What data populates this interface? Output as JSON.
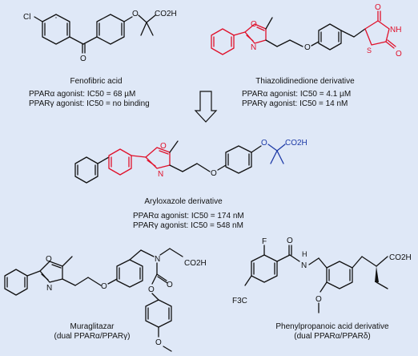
{
  "compounds": {
    "fenofibric": {
      "name": "Fenofibric acid",
      "line1": "PPARα agonist: IC50 = 68 µM",
      "line2": "PPARγ agonist: IC50 = no binding",
      "atoms": {
        "cl": "Cl",
        "o_ketone": "O",
        "o_ether": "O",
        "acid": "CO2H"
      }
    },
    "thiazolidinedione": {
      "name": "Thiazolidinedione derivative",
      "line1": "PPARα agonist: IC50 = 4.1 µM",
      "line2": "PPARγ agonist: IC50 = 14 nM",
      "atoms": {
        "o_ox": "O",
        "n_ox": "N",
        "o_ether": "O",
        "o_top": "O",
        "o_bottom": "O",
        "nh": "NH",
        "s": "S"
      }
    },
    "aryloxazole": {
      "name": "Aryloxazole derivative",
      "line1": "PPARα agonist: IC50 = 174 nM",
      "line2": "PPARγ agonist: IC50 = 548 nM",
      "atoms": {
        "o_ox": "O",
        "n_ox": "N",
        "o_ether": "O",
        "o_acid": "O",
        "acid": "CO2H"
      }
    },
    "muraglitazar": {
      "name": "Muraglitazar",
      "sub": "(dual PPARα/PPARγ)",
      "atoms": {
        "o_ox": "O",
        "n_ox": "N",
        "o_ether": "O",
        "n": "N",
        "acid": "CO2H",
        "o_carb": "O",
        "o_carb2": "O",
        "o_meo": "O"
      }
    },
    "phenylpropanoic": {
      "name": "Phenylpropanoic acid derivative",
      "sub": "(dual PPARα/PPARδ)",
      "atoms": {
        "f": "F",
        "cf3": "F3C",
        "o_amide": "O",
        "n_amide": "N",
        "h": "H",
        "o_meo": "O",
        "acid": "CO2H"
      }
    }
  },
  "colors": {
    "background": "#dfe8f7",
    "highlight_red": "#e0102a",
    "highlight_blue": "#1d3aa6",
    "bond": "#111111"
  }
}
